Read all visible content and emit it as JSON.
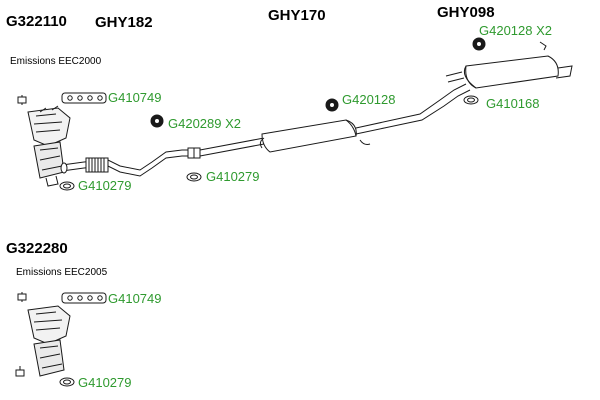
{
  "diagram": {
    "colors": {
      "part_label": "#2f9a2f",
      "code": "#000000",
      "line": "#1a1a1a"
    },
    "section_1": {
      "code": "G322110",
      "emissions": "Emissions EEC2000",
      "components": {
        "front_pipe": "GHY182",
        "middle_silencer": "GHY170",
        "rear_silencer": "GHY098"
      },
      "parts": {
        "gasket_manifold": "G410749",
        "rubber_mount_left": "G420289 X2",
        "gasket_cat": "G410279",
        "gasket_joint": "G410279",
        "rubber_mount_mid": "G420128",
        "rubber_mount_rear": "G420128 X2",
        "ring_rear": "G410168"
      }
    },
    "section_2": {
      "code": "G322280",
      "emissions": "Emissions EEC2005",
      "parts": {
        "gasket_manifold": "G410749",
        "gasket_cat": "G410279"
      }
    }
  }
}
